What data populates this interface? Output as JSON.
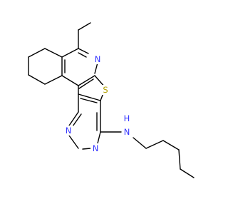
{
  "molecule": {
    "atom_labels": [
      {
        "id": "n-pyridine",
        "text": "N",
        "color": "#3333ff"
      },
      {
        "id": "s-thiophene",
        "text": "S",
        "color": "#b2a000"
      },
      {
        "id": "n-pyrimidine-top",
        "text": "N",
        "color": "#3333ff"
      },
      {
        "id": "n-pyrimidine-bottom",
        "text": "N",
        "color": "#3333ff"
      },
      {
        "id": "n-amine",
        "text": "N",
        "color": "#3333ff"
      },
      {
        "id": "h-amine",
        "text": "H",
        "color": "#3333ff"
      }
    ],
    "bond_color": "#000000"
  }
}
